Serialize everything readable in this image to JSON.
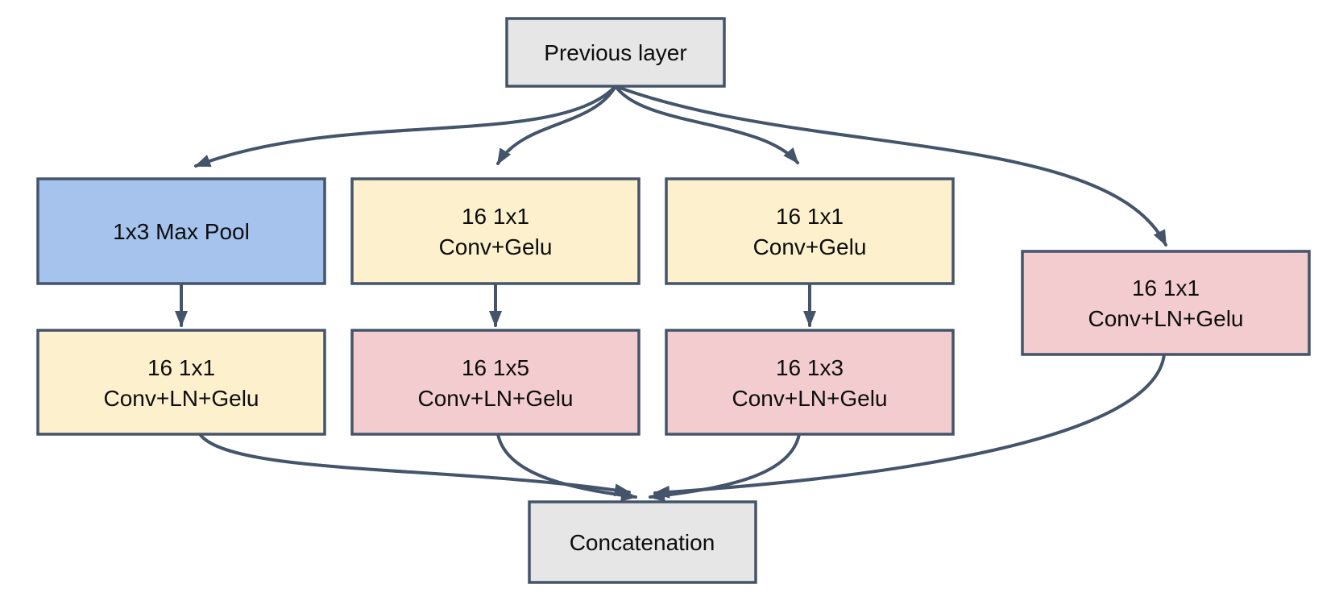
{
  "diagram": {
    "type": "neural-network-inception-module",
    "colors": {
      "background": "#ffffff",
      "border": "#44546a",
      "arrow": "#44546a",
      "text": "#0d0d0d",
      "node_gray": "#e7e6e6",
      "node_blue": "#a6c3ee",
      "node_yellow": "#fdf0cc",
      "node_pink": "#f3cccf"
    },
    "nodes": {
      "previous_layer": {
        "label": "Previous layer",
        "color": "gray"
      },
      "max_pool": {
        "label": "1x3 Max Pool",
        "color": "blue"
      },
      "branch1_conv": {
        "line1": "16 1x1",
        "line2": "Conv+LN+Gelu",
        "color": "yellow"
      },
      "branch2_conv1": {
        "line1": "16 1x1",
        "line2": "Conv+Gelu",
        "color": "yellow"
      },
      "branch2_conv2": {
        "line1": "16 1x5",
        "line2": "Conv+LN+Gelu",
        "color": "pink"
      },
      "branch3_conv1": {
        "line1": "16 1x1",
        "line2": "Conv+Gelu",
        "color": "yellow"
      },
      "branch3_conv2": {
        "line1": "16 1x3",
        "line2": "Conv+LN+Gelu",
        "color": "pink"
      },
      "branch4_conv": {
        "line1": "16 1x1",
        "line2": "Conv+LN+Gelu",
        "color": "pink"
      },
      "concatenation": {
        "label": "Concatenation",
        "color": "gray"
      }
    },
    "edges": [
      {
        "from": "previous_layer",
        "to": "max_pool"
      },
      {
        "from": "previous_layer",
        "to": "branch2_conv1"
      },
      {
        "from": "previous_layer",
        "to": "branch3_conv1"
      },
      {
        "from": "previous_layer",
        "to": "branch4_conv"
      },
      {
        "from": "max_pool",
        "to": "branch1_conv"
      },
      {
        "from": "branch2_conv1",
        "to": "branch2_conv2"
      },
      {
        "from": "branch3_conv1",
        "to": "branch3_conv2"
      },
      {
        "from": "branch1_conv",
        "to": "concatenation"
      },
      {
        "from": "branch2_conv2",
        "to": "concatenation"
      },
      {
        "from": "branch3_conv2",
        "to": "concatenation"
      },
      {
        "from": "branch4_conv",
        "to": "concatenation"
      }
    ]
  }
}
